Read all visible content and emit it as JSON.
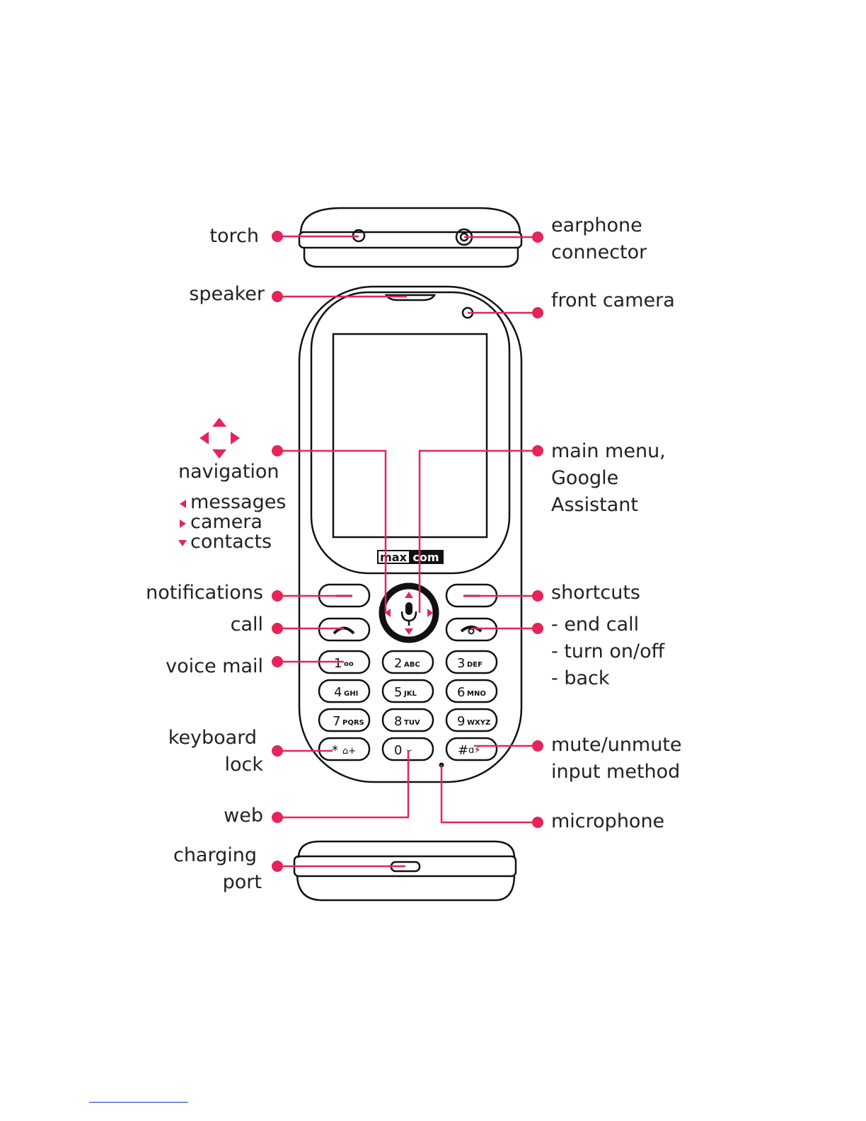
{
  "colors": {
    "accent": "#e5245b",
    "outline": "#111111",
    "footnote_rule": "#1f3fbf"
  },
  "brand": {
    "left": "max",
    "right": "com"
  },
  "labels": {
    "torch": "torch",
    "earphone_1": "earphone",
    "earphone_2": "connector",
    "speaker": "speaker",
    "front_camera": "front camera",
    "navigation": "navigation",
    "messages": "messages",
    "camera": "camera",
    "contacts": "contacts",
    "main_menu_1": "main menu,",
    "main_menu_2": "Google",
    "main_menu_3": "Assistant",
    "notifications": "notifications",
    "shortcuts": "shortcuts",
    "call": "call",
    "end_call": "- end call",
    "turn_on_off": "- turn on/off",
    "back": "- back",
    "voice_mail": "voice mail",
    "keyboard_lock_1": "keyboard",
    "keyboard_lock_2": "lock",
    "mute_1": "mute/unmute",
    "mute_2": "input method",
    "web": "web",
    "microphone": "microphone",
    "charging_1": "charging",
    "charging_2": "port"
  },
  "keys": {
    "k1": "1",
    "k1sub": "oo",
    "k2": "2",
    "k2sub": "ABC",
    "k3": "3",
    "k3sub": "DEF",
    "k4": "4",
    "k4sub": "GHI",
    "k5": "5",
    "k5sub": "JKL",
    "k6": "6",
    "k6sub": "MNO",
    "k7": "7",
    "k7sub": "PQRS",
    "k8": "8",
    "k8sub": "TUV",
    "k9": "9",
    "k9sub": "WXYZ",
    "kstar": "*",
    "kstarsub": "⌂+",
    "k0": "0",
    "k0sub": "⌣",
    "khash": "#",
    "khashsub": "ɑ⚡"
  }
}
